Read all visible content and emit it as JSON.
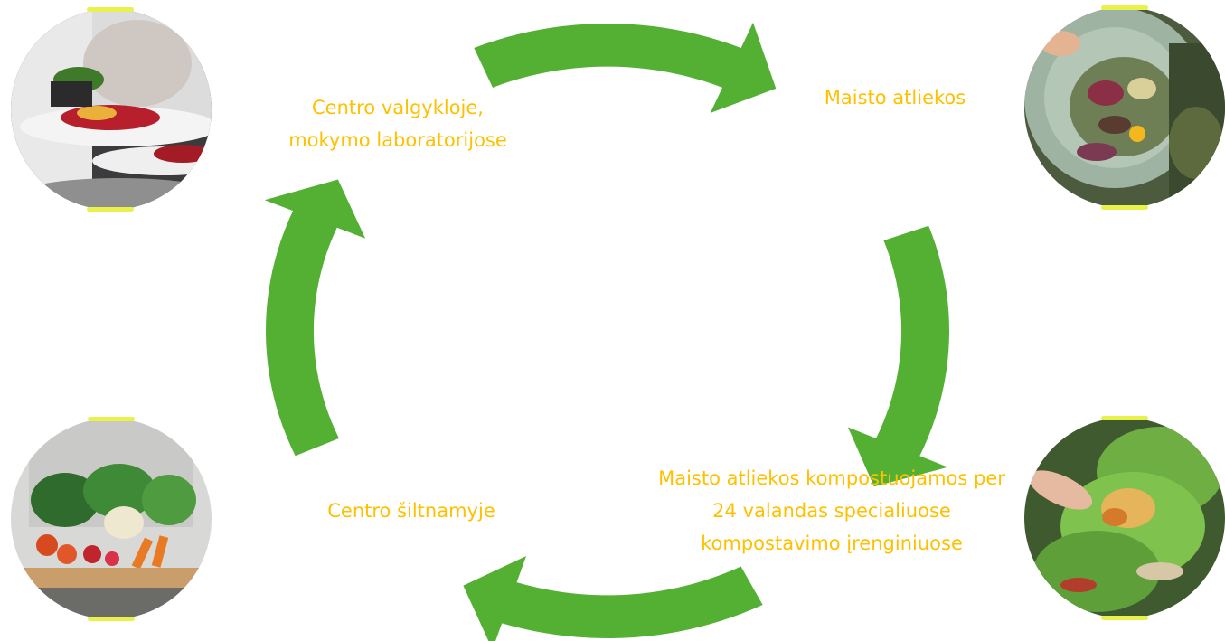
{
  "colors": {
    "arrow": "#53B033",
    "text": "#FFC000",
    "accent": "#E8F24A"
  },
  "steps": [
    {
      "id": "cafeteria",
      "lines": [
        "Centro valgykloje,",
        "mokymo laboratorijose"
      ]
    },
    {
      "id": "waste",
      "lines": [
        "Maisto atliekos"
      ]
    },
    {
      "id": "compost",
      "lines": [
        "Maisto atliekos kompostuojamos per",
        "24 valandas specialiuose",
        "kompostavimo įrenginiuose"
      ]
    },
    {
      "id": "greenhouse",
      "lines": [
        "Centro šiltnamyje"
      ]
    }
  ],
  "photos": [
    {
      "id": "chef-plating",
      "icon": "chef-plating-photo"
    },
    {
      "id": "food-scraps-bowl",
      "icon": "food-scraps-photo"
    },
    {
      "id": "compost-hands",
      "icon": "compost-photo"
    },
    {
      "id": "vegetable-crate",
      "icon": "vegetables-photo"
    }
  ]
}
